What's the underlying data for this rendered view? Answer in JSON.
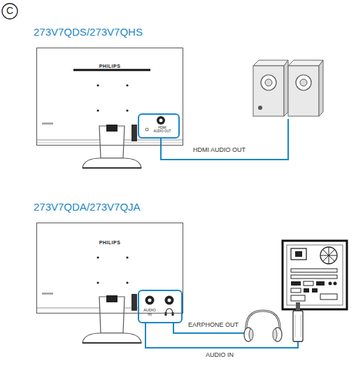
{
  "diagram": {
    "nodes": [
      {
        "text": [
          "PHILIPS"
        ]
      },
      {
        "text": [
          "PHILIPS"
        ]
      }
    ],
    "labels": [
      "C",
      "273V7QDS/273V7QHS",
      "HDMI AUDIO OUT",
      "HDMI AUDIO OUT",
      "273V7QDA/273V7QJA",
      "AUDIO IN",
      "EARPHONE OUT",
      "AUDIO IN"
    ]
  }
}
